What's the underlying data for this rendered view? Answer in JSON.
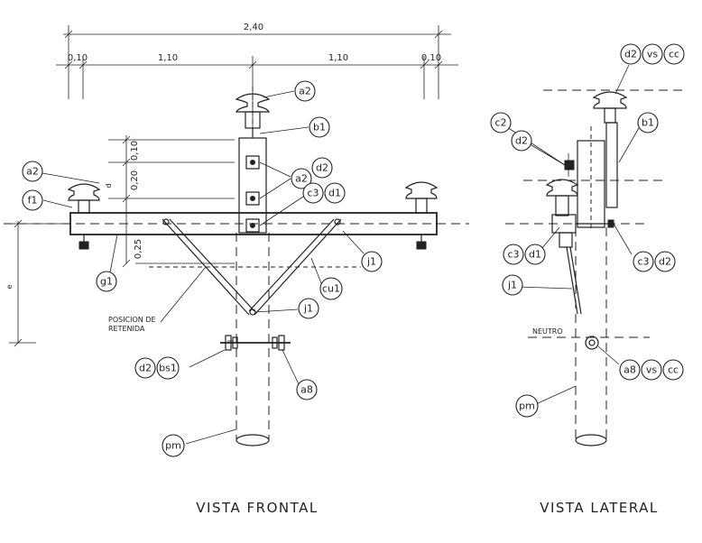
{
  "dimensions": {
    "total": "2,40",
    "left_edge": "0,10",
    "left_span": "1,10",
    "right_span": "1,10",
    "right_edge": "0,10",
    "v_010": "0,10",
    "v_020": "0,20",
    "v_025": "0,25",
    "v_small": "d",
    "v_side": "e"
  },
  "labels": {
    "front_title": "VISTA FRONTAL",
    "side_title": "VISTA LATERAL",
    "retenida_line1": "POSICION DE",
    "retenida_line2": "RETENIDA",
    "neutro": "NEUTRO"
  },
  "callouts": {
    "front_a2_top": "a2",
    "front_b1": "b1",
    "front_d2": "d2",
    "front_a2_mid": "a2",
    "front_c3": "c3",
    "front_d1": "d1",
    "front_a2_left": "a2",
    "front_f1": "f1",
    "front_g1": "g1",
    "front_j1_right": "j1",
    "front_cu1": "cu1",
    "front_j1_bottom": "j1",
    "front_d2_low": "d2",
    "front_bs1": "bs1",
    "front_a8": "a8",
    "front_pm": "pm",
    "side_d2_top": "d2",
    "side_vs_top": "vs",
    "side_cc_top": "cc",
    "side_b1": "b1",
    "side_c2": "c2",
    "side_d2_left": "d2",
    "side_c3_left": "c3",
    "side_d1_left": "d1",
    "side_c3_right": "c3",
    "side_d2_right": "d2",
    "side_j1": "j1",
    "side_a8": "a8",
    "side_vs_low": "vs",
    "side_cc_low": "cc",
    "side_pm": "pm"
  }
}
